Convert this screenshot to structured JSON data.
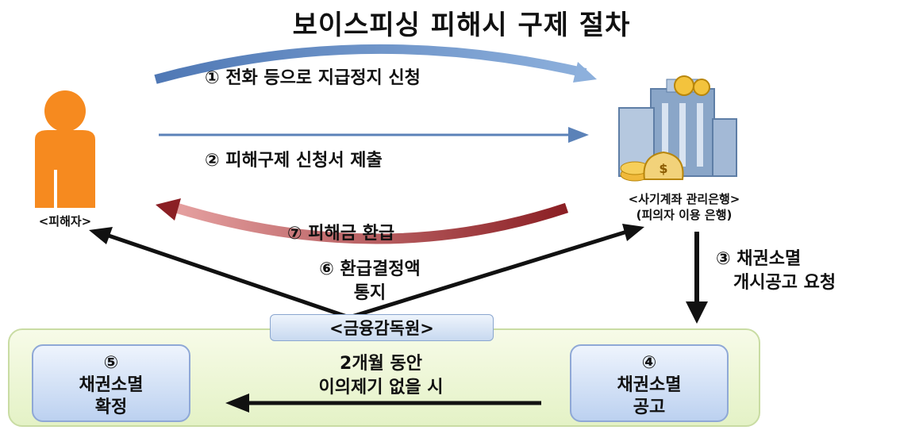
{
  "title": "보이스피싱 피해시 구제 절차",
  "victim": {
    "label": "<피해자>"
  },
  "bank": {
    "label_line1": "<사기계좌 관리은행>",
    "label_line2": "(피의자 이용 은행)"
  },
  "steps": {
    "s1": "① 전화 등으로 지급정지 신청",
    "s2": "② 피해구제 신청서 제출",
    "s3_line1": "③ 채권소멸",
    "s3_line2": "개시공고 요청",
    "s4_num": "④",
    "s4_line1": "채권소멸",
    "s4_line2": "공고",
    "s5_num": "⑤",
    "s5_line1": "채권소멸",
    "s5_line2": "확정",
    "s6_line1": "⑥ 환급결정액",
    "s6_line2": "통지",
    "s7": "⑦ 피해금 환급"
  },
  "fss": {
    "label": "<금융감독원>"
  },
  "condition": {
    "line1": "2개월 동안",
    "line2": "이의제기 없을 시"
  },
  "colors": {
    "person": "#f68a1f",
    "blue_arrow": "#5b82b8",
    "red_arrow": "#8b1f24",
    "black_arrow": "#111111"
  },
  "bank_icon": "bank-building-icon",
  "person_icon": "person-icon"
}
